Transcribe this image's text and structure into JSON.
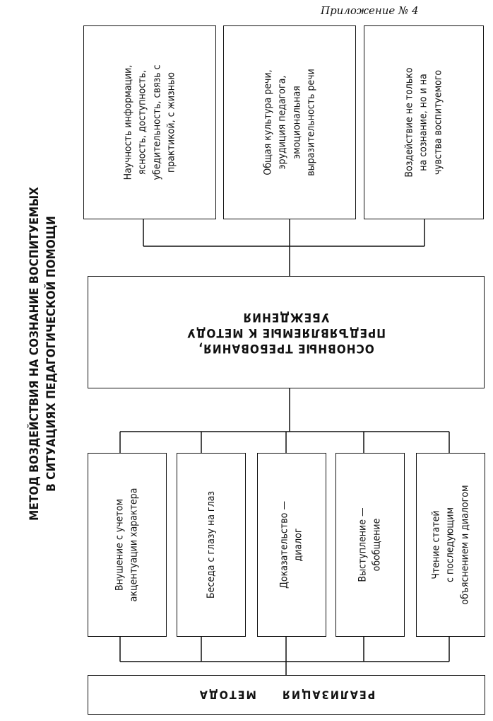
{
  "appendix_label": "Приложение № 4",
  "side_title": "МЕТОД ВОЗДЕЙСТВИЯ НА СОЗНАНИЕ ВОСПИТУЕМЫХ\nВ СИТУАЦИЯХ ПЕДАГОГИЧЕСКОЙ ПОМОЩИ",
  "top_boxes": [
    "Научность информации,\nясность, доступность,\nубедительность, связь с\nпрактикой, с жизнью",
    "Общая культура речи,\nэрудиция педагога,\nэмоциональная\nвыразительность речи",
    "Воздействие не только\nна сознание, но и на\nчувства воспитуемого"
  ],
  "center_box": "ОСНОВНЫЕ ТРЕБОВАНИЯ,\nПРЕДЪЯВЛЯЕМЫЕ К МЕТОДУ\nУБЕЖДЕНИЯ",
  "bottom_boxes": [
    "Внушение с учетом\nакцентуации характера",
    "Беседа с глазу на глаз",
    "Доказательство —\nдиалог",
    "Выступление —\nобобщение",
    "Чтение статей\nс последующим\nобъяснением и диалогом"
  ],
  "base_box": "РЕАЛИЗАЦИЯ     МЕТОДА"
}
